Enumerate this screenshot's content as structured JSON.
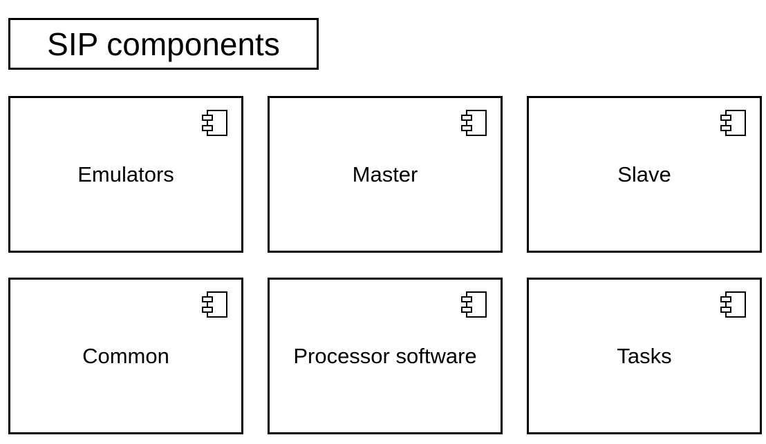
{
  "diagram": {
    "title": "SIP components",
    "components": [
      {
        "label": "Emulators",
        "icon": "uml-component-icon"
      },
      {
        "label": "Master",
        "icon": "uml-component-icon"
      },
      {
        "label": "Slave",
        "icon": "uml-component-icon"
      },
      {
        "label": "Common",
        "icon": "uml-component-icon"
      },
      {
        "label": "Processor software",
        "icon": "uml-component-icon"
      },
      {
        "label": "Tasks",
        "icon": "uml-component-icon"
      }
    ]
  }
}
